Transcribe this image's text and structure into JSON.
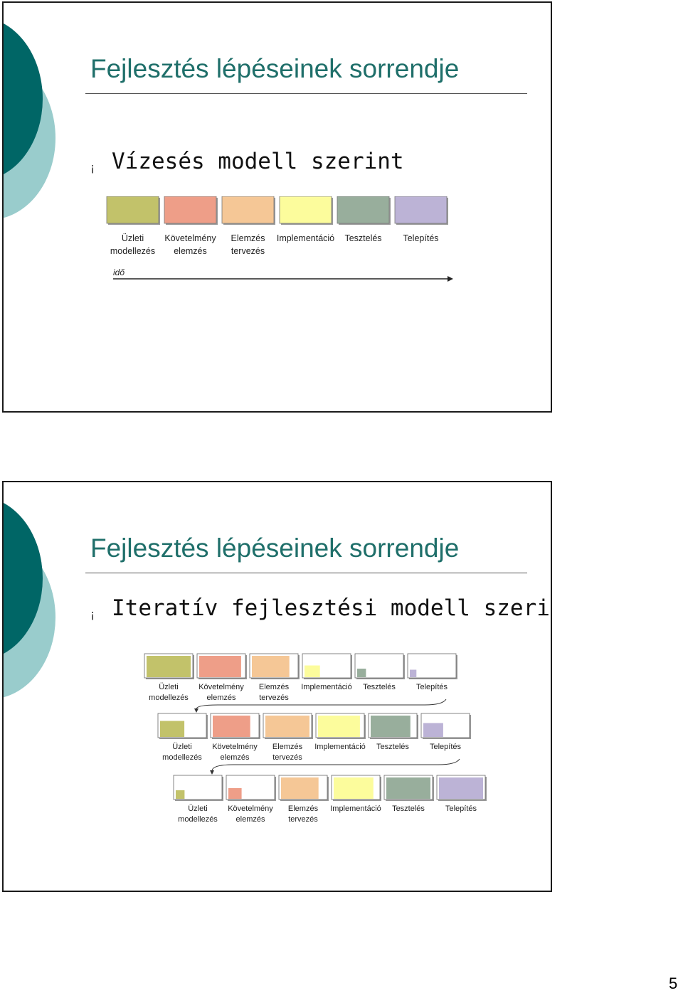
{
  "colors": {
    "title": "#1f6f6a",
    "deco_dark": "#006666",
    "deco_light": "#99cccc",
    "phases": [
      "#c2c26a",
      "#ee9e88",
      "#f5c796",
      "#fcfc9c",
      "#98ae9c",
      "#bcb3d6"
    ]
  },
  "slide1": {
    "title": "Fejlesztés lépéseinek sorrendje",
    "bullet_icon": "¡",
    "bullet": "Vízesés modell szerint",
    "figure": {
      "phases": [
        {
          "line1": "Üzleti",
          "line2": "modellezés"
        },
        {
          "line1": "Követelmény",
          "line2": "elemzés"
        },
        {
          "line1": "Elemzés",
          "line2": "tervezés"
        },
        {
          "line1": "Implementáció",
          "line2": ""
        },
        {
          "line1": "Tesztelés",
          "line2": ""
        },
        {
          "line1": "Telepítés",
          "line2": ""
        }
      ],
      "axis_label": "idő"
    }
  },
  "slide2": {
    "title": "Fejlesztés lépéseinek sorrendje",
    "bullet_icon": "¡",
    "bullet": "Iteratív fejlesztési modell szerint",
    "figure": {
      "phases": [
        {
          "line1": "Üzleti",
          "line2": "modellezés"
        },
        {
          "line1": "Követelmény",
          "line2": "elemzés"
        },
        {
          "line1": "Elemzés",
          "line2": "tervezés"
        },
        {
          "line1": "Implementáció",
          "line2": ""
        },
        {
          "line1": "Tesztelés",
          "line2": ""
        },
        {
          "line1": "Telepítés",
          "line2": ""
        }
      ],
      "iterations": [
        {
          "fill": [
            1.0,
            0.95,
            0.85,
            0.35,
            0.2,
            0.15
          ]
        },
        {
          "fill": [
            0.55,
            0.85,
            1.0,
            0.95,
            0.9,
            0.45
          ]
        },
        {
          "fill": [
            0.2,
            0.3,
            0.85,
            0.9,
            1.0,
            1.0
          ]
        }
      ]
    }
  },
  "page_number": "5"
}
